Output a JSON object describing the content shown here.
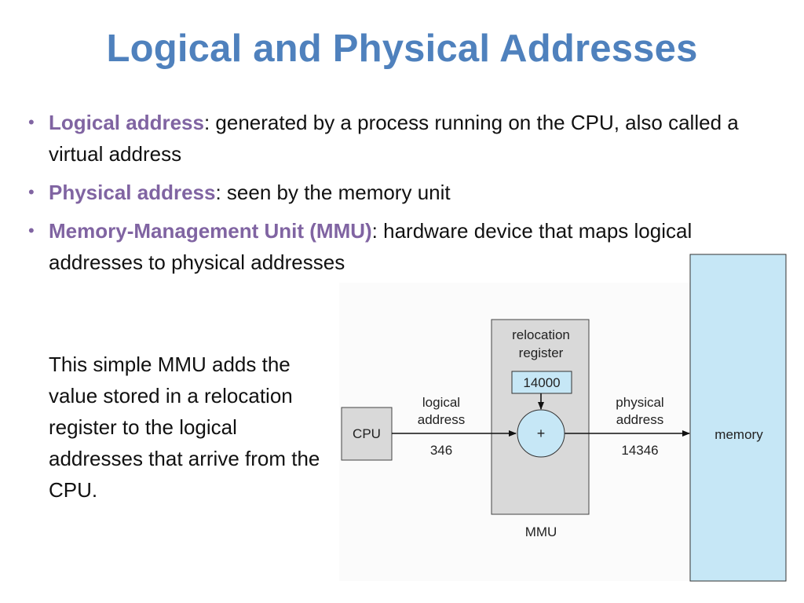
{
  "title": "Logical and Physical Addresses",
  "bullets": [
    {
      "term": "Logical address",
      "text": ": generated by a process running on the CPU, also called a virtual address"
    },
    {
      "term": "Physical address",
      "text": ": seen by the memory unit"
    },
    {
      "term": "Memory-Management Unit (MMU)",
      "text": ": hardware device that maps logical addresses to physical addresses"
    }
  ],
  "side_text": "This simple MMU adds the value stored in a relocation register to the logical addresses that arrive from the CPU.",
  "diagram": {
    "cpu_label": "CPU",
    "relocation_line1": "relocation",
    "relocation_line2": "register",
    "relocation_value": "14000",
    "adder_symbol": "+",
    "mmu_label": "MMU",
    "logical_line1": "logical",
    "logical_line2": "address",
    "logical_value": "346",
    "physical_line1": "physical",
    "physical_line2": "address",
    "physical_value": "14346",
    "memory_label": "memory"
  },
  "colors": {
    "title": "#4f81bd",
    "term": "#8064a2",
    "box_gray": "#d9d9d9",
    "memory_fill": "#c6e7f6",
    "adder_fill": "#c6e7f6"
  }
}
